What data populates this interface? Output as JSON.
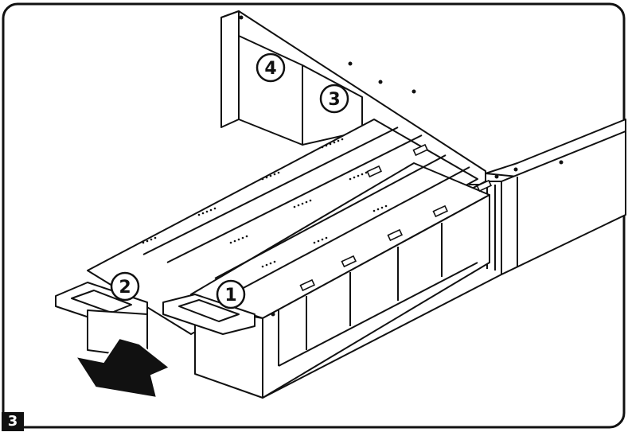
{
  "figure": {
    "step_number": "3",
    "callouts": [
      {
        "id": "callout-1",
        "label": "1"
      },
      {
        "id": "callout-2",
        "label": "2"
      },
      {
        "id": "callout-3",
        "label": "3"
      },
      {
        "id": "callout-4",
        "label": "4"
      }
    ],
    "colors": {
      "line": "#111111",
      "panel": "#ffffff",
      "badge_bg": "#111111",
      "badge_text": "#ffffff"
    }
  }
}
